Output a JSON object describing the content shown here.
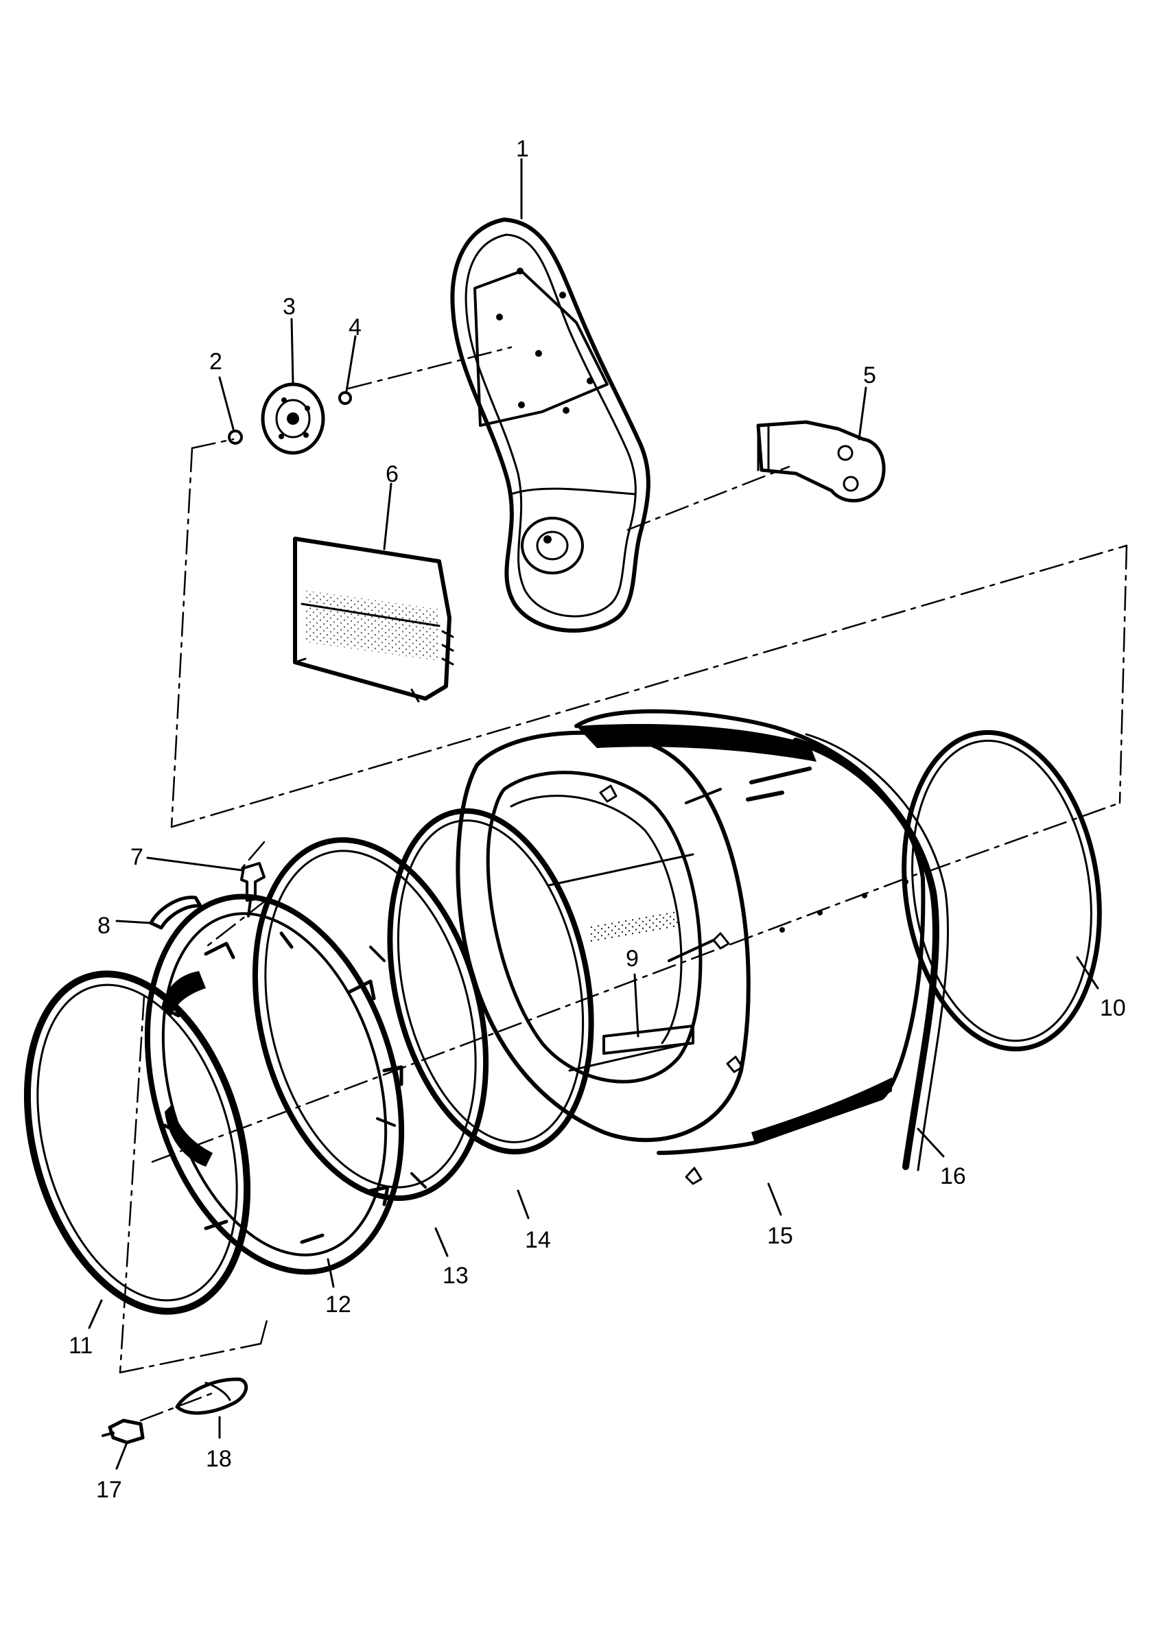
{
  "parts": [
    {
      "id": "p1",
      "label": "1"
    },
    {
      "id": "p2",
      "label": "2"
    },
    {
      "id": "p3",
      "label": "3"
    },
    {
      "id": "p4",
      "label": "4"
    },
    {
      "id": "p5",
      "label": "5"
    },
    {
      "id": "p6",
      "label": "6"
    },
    {
      "id": "p7",
      "label": "7"
    },
    {
      "id": "p8",
      "label": "8"
    },
    {
      "id": "p9",
      "label": "9"
    },
    {
      "id": "p10",
      "label": "10"
    },
    {
      "id": "p11",
      "label": "11"
    },
    {
      "id": "p12",
      "label": "12"
    },
    {
      "id": "p13",
      "label": "13"
    },
    {
      "id": "p14",
      "label": "14"
    },
    {
      "id": "p15",
      "label": "15"
    },
    {
      "id": "p16",
      "label": "16"
    },
    {
      "id": "p17",
      "label": "17"
    },
    {
      "id": "p18",
      "label": "18"
    }
  ]
}
